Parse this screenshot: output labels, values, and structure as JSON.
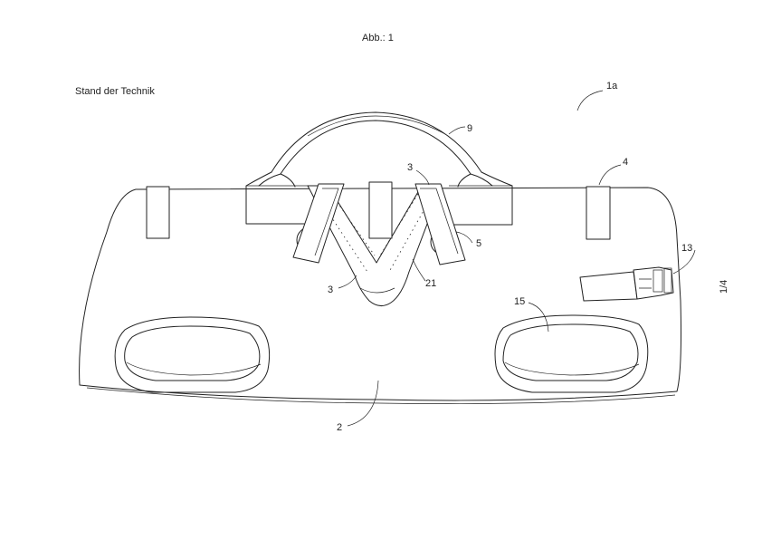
{
  "figure_title": "Abb.: 1",
  "caption": "Stand der Technik",
  "sheet_number": "1/4",
  "reference_numerals": {
    "r1a": "1a",
    "r9": "9",
    "r3_top": "3",
    "r4": "4",
    "r13": "13",
    "r5": "5",
    "r21": "21",
    "r3_bottom": "3",
    "r15": "15",
    "r2": "2"
  }
}
